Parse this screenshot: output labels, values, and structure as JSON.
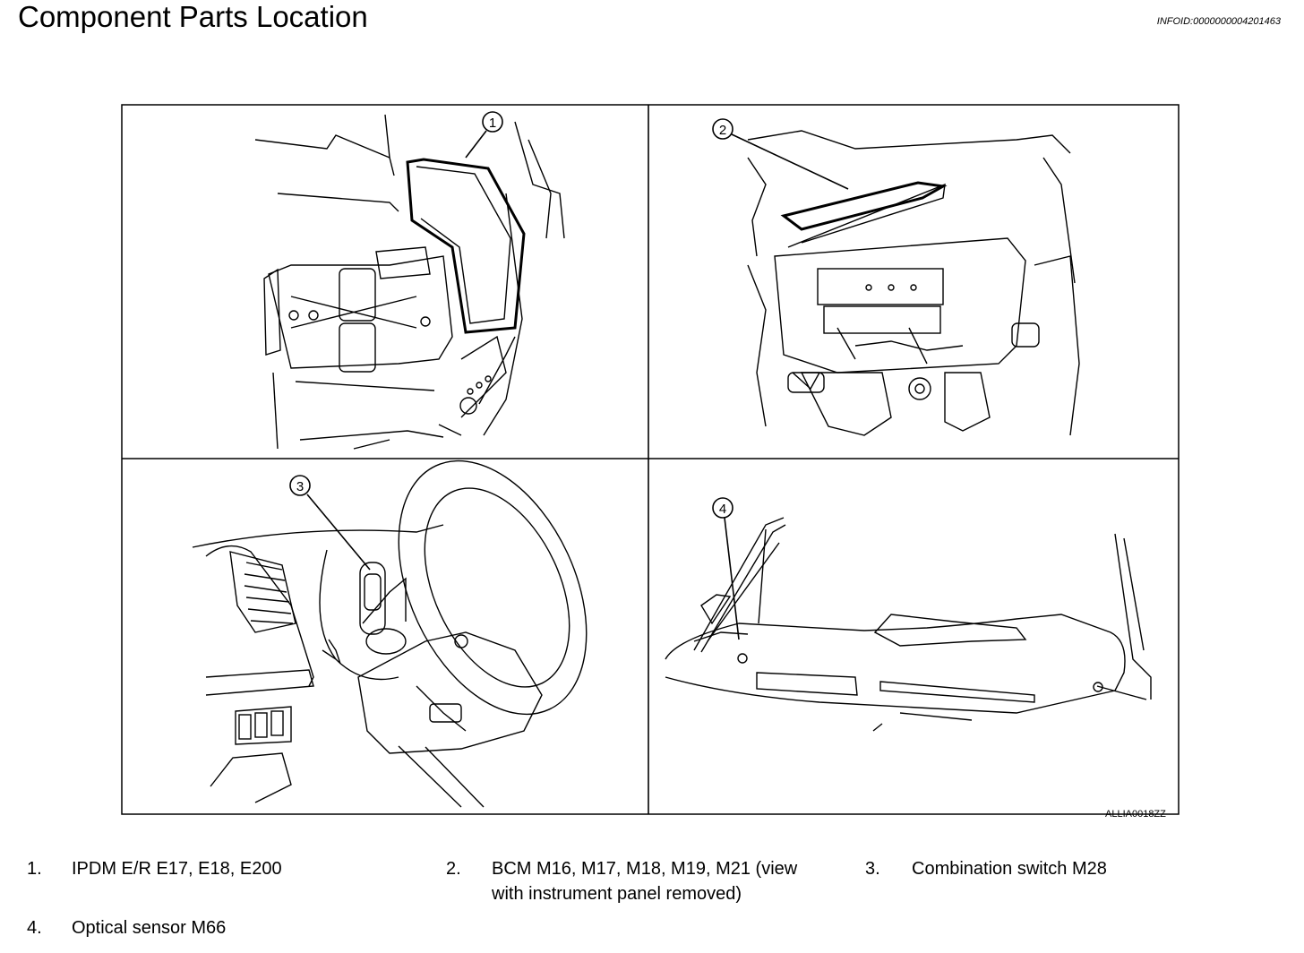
{
  "header": {
    "title": "Component Parts Location",
    "infoid": "INFOID:0000000004201463"
  },
  "figure": {
    "callouts": [
      "1",
      "2",
      "3",
      "4"
    ],
    "code": "ALLIA0018ZZ"
  },
  "legend": [
    {
      "num": "1.",
      "text": "IPDM E/R E17, E18, E200"
    },
    {
      "num": "2.",
      "text_line1": "BCM M16, M17, M18, M19, M21 (view",
      "text_line2": "with instrument panel removed)"
    },
    {
      "num": "3.",
      "text": "Combination switch M28"
    },
    {
      "num": "4.",
      "text": "Optical sensor M66"
    }
  ]
}
